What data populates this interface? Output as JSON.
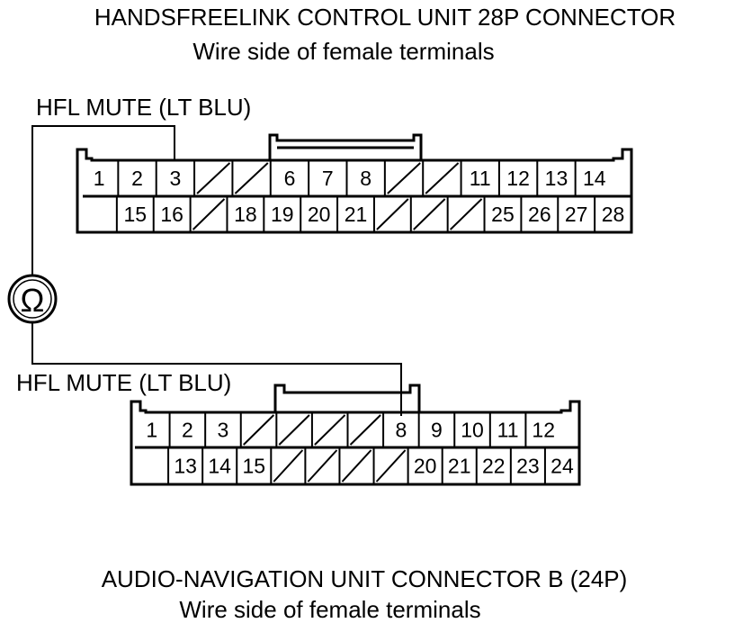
{
  "top_connector": {
    "title": "HANDSFREELINK CONTROL UNIT 28P CONNECTOR",
    "subtitle": "Wire side of female terminals",
    "wire_label": "HFL MUTE (LT BLU)",
    "row1": [
      "1",
      "2",
      "3",
      "",
      "",
      "6",
      "7",
      "8",
      "",
      "",
      "11",
      "12",
      "13",
      "14"
    ],
    "row2": [
      "",
      "15",
      "16",
      "",
      "18",
      "19",
      "20",
      "21",
      "",
      "",
      "",
      "25",
      "26",
      "27",
      "28"
    ]
  },
  "bottom_connector": {
    "title": "AUDIO-NAVIGATION UNIT CONNECTOR B (24P)",
    "subtitle": "Wire side of female terminals",
    "wire_label": "HFL MUTE (LT BLU)",
    "row1": [
      "1",
      "2",
      "3",
      "",
      "",
      "",
      "",
      "8",
      "9",
      "10",
      "11",
      "12"
    ],
    "row2": [
      "",
      "13",
      "14",
      "15",
      "",
      "",
      "",
      "",
      "20",
      "21",
      "22",
      "23",
      "24"
    ]
  },
  "meter": {
    "symbol": "Ω",
    "icon": "ohmmeter-icon"
  }
}
